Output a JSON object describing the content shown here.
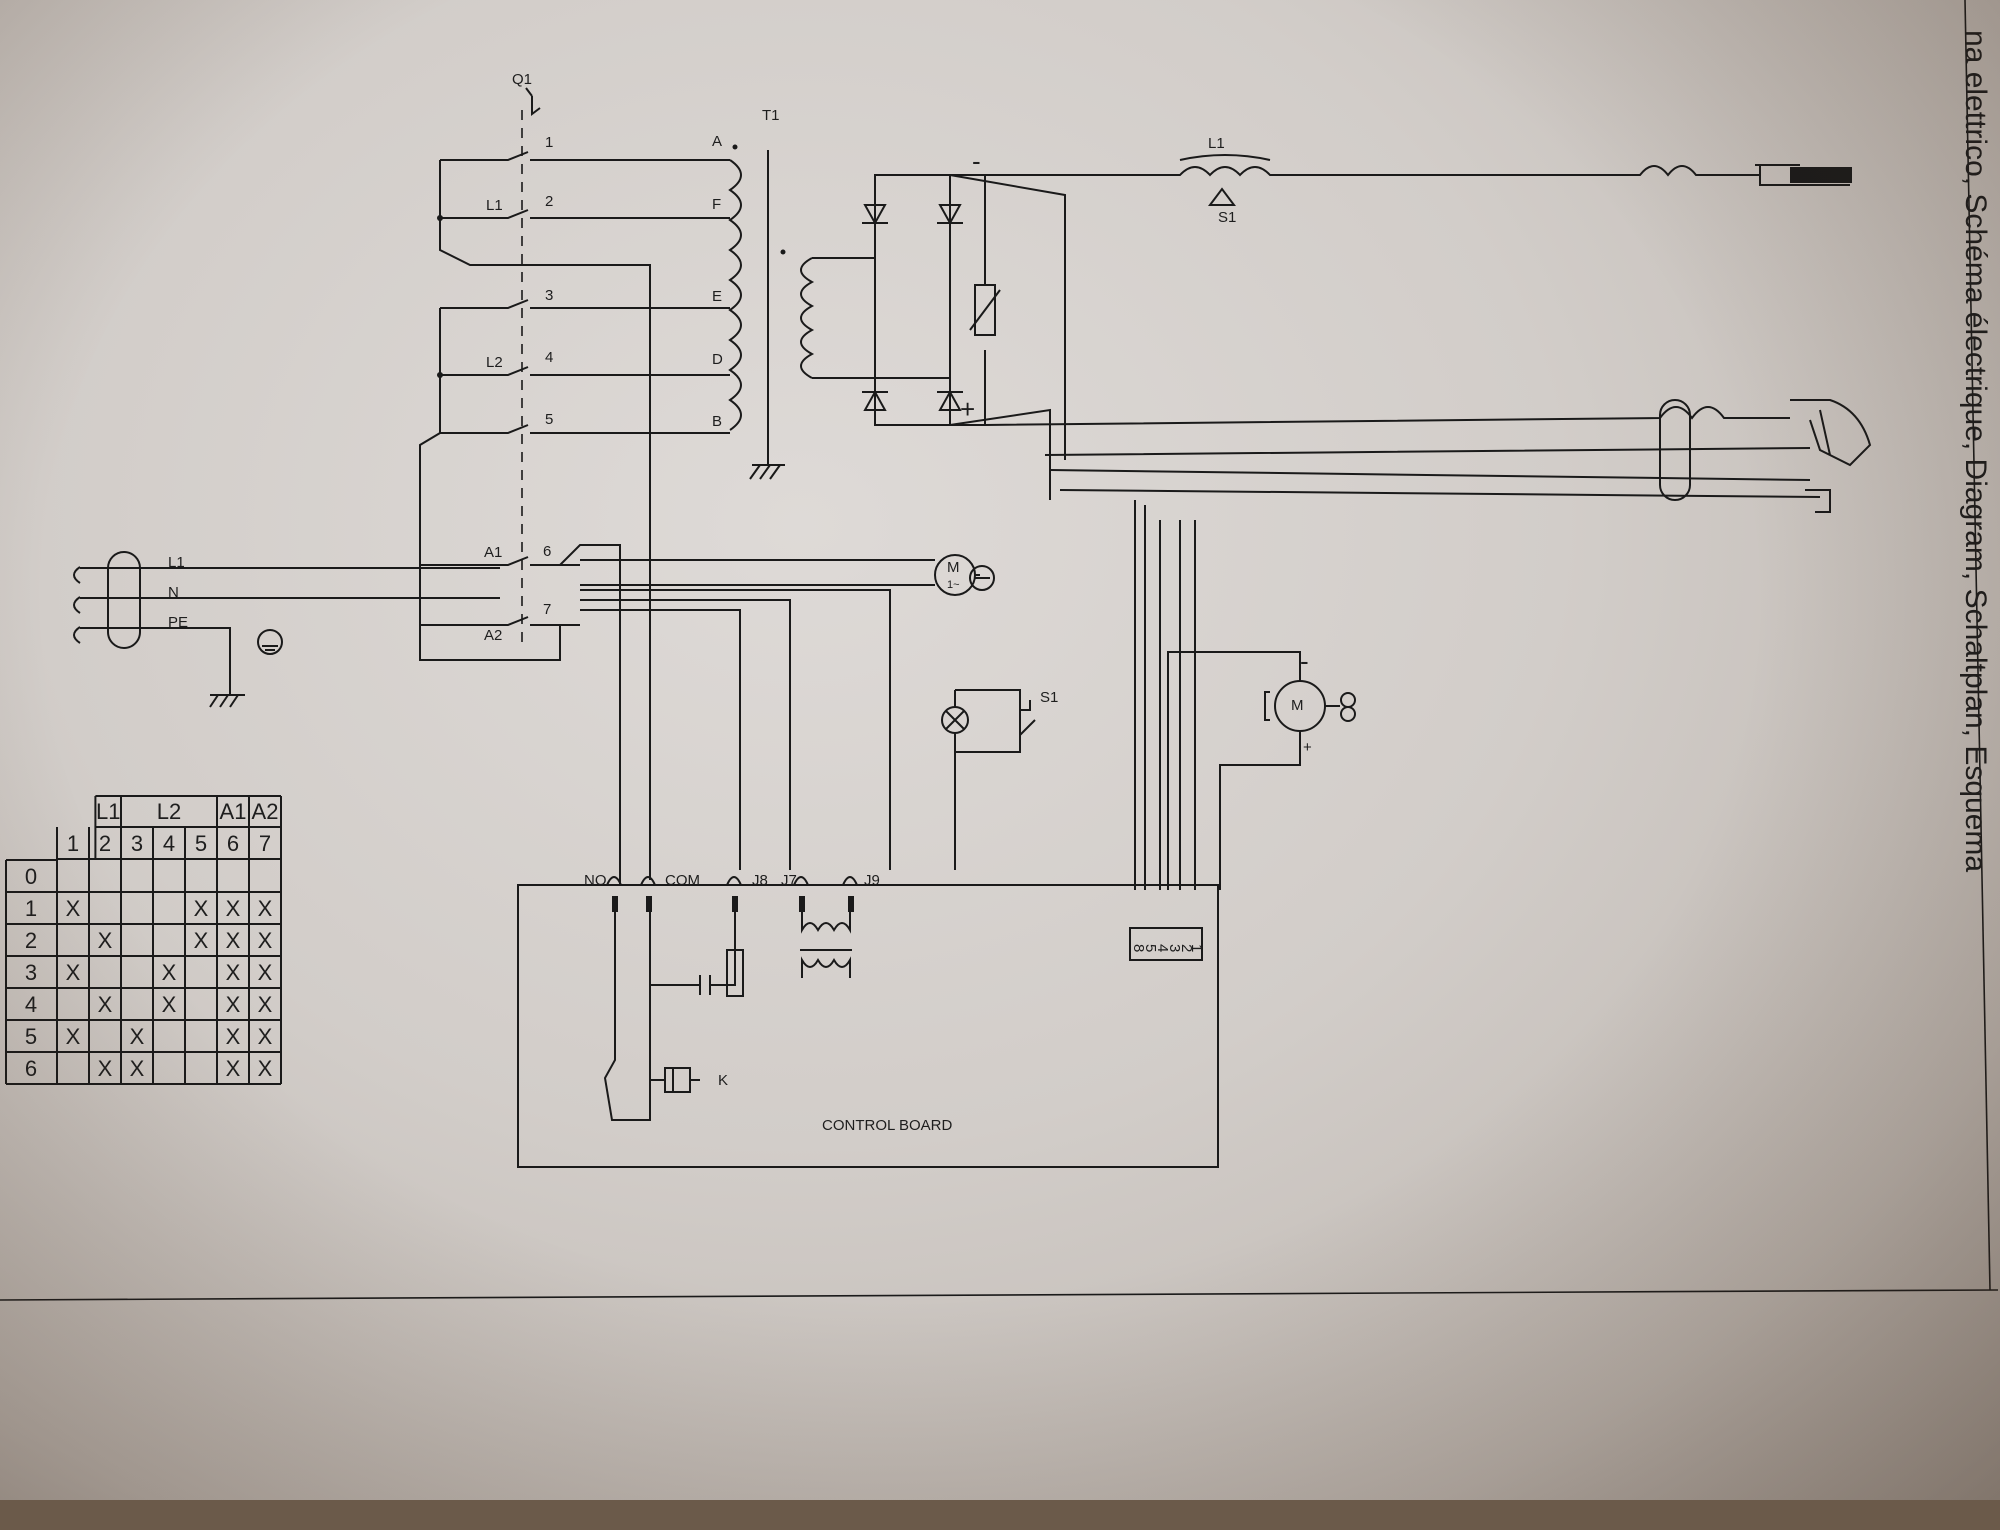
{
  "side_caption": "na elettrico, Schéma électrique, Diagram, Schaltplan, Esquema",
  "labels": {
    "q1": "Q1",
    "t1": "T1",
    "sw1": "1",
    "sw2": "2",
    "sw3": "3",
    "sw4": "4",
    "sw5": "5",
    "sw6": "6",
    "sw7": "7",
    "l1_left": "L1",
    "l2_left": "L2",
    "a1_left": "A1",
    "a2_left": "A2",
    "tap_a": "A",
    "tap_f": "F",
    "tap_e": "E",
    "tap_d": "D",
    "tap_b": "B",
    "mains_l1": "L1",
    "mains_n": "N",
    "mains_pe": "PE",
    "choke_l1": "L1",
    "s1_top": "S1",
    "minus": "-",
    "plus": "+",
    "s1_mid": "S1",
    "motor_m": "M",
    "motor_1": "1~",
    "motor2_m": "M",
    "motor2_minus": "-",
    "motor2_plus": "+",
    "no": "NO",
    "com": "COM",
    "j8": "J8",
    "j7": "J7",
    "j9": "J9",
    "k": "K",
    "control_board": "CONTROL BOARD"
  },
  "connector_pins": [
    "8",
    "5",
    "4",
    "3",
    "2",
    "1"
  ],
  "switch_table": {
    "group_headers": [
      "L1",
      "L2",
      "A1",
      "A2"
    ],
    "columns": [
      "1",
      "2",
      "3",
      "4",
      "5",
      "6",
      "7"
    ],
    "rows": [
      {
        "pos": "0",
        "cells": [
          "",
          "",
          "",
          "",
          "",
          "",
          ""
        ]
      },
      {
        "pos": "1",
        "cells": [
          "X",
          "",
          "",
          "",
          "X",
          "X",
          "X"
        ]
      },
      {
        "pos": "2",
        "cells": [
          "",
          "X",
          "",
          "",
          "X",
          "X",
          "X"
        ]
      },
      {
        "pos": "3",
        "cells": [
          "X",
          "",
          "",
          "X",
          "",
          "X",
          "X"
        ]
      },
      {
        "pos": "4",
        "cells": [
          "",
          "X",
          "",
          "X",
          "",
          "X",
          "X"
        ]
      },
      {
        "pos": "5",
        "cells": [
          "X",
          "",
          "X",
          "",
          "",
          "X",
          "X"
        ]
      },
      {
        "pos": "6",
        "cells": [
          "",
          "X",
          "X",
          "",
          "",
          "X",
          "X"
        ]
      }
    ]
  }
}
